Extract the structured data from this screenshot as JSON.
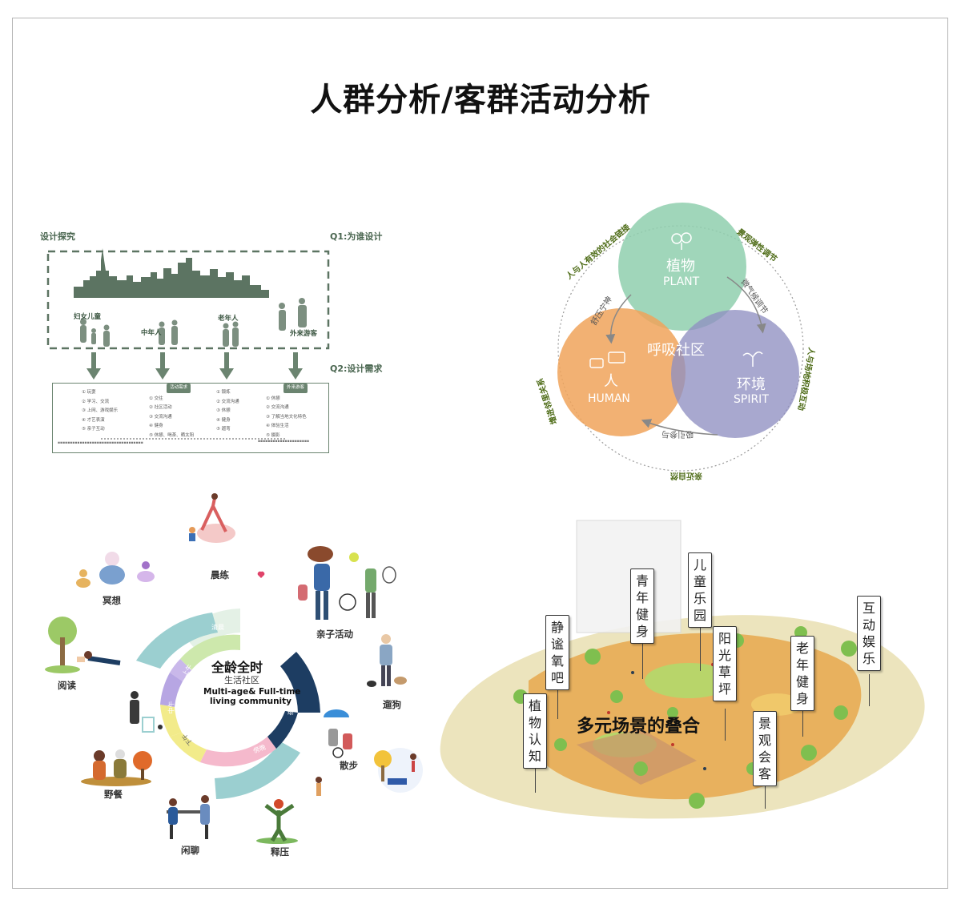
{
  "title": "人群分析/客群活动分析",
  "panel1": {
    "header_left": "设计探究",
    "header_q1": "Q1:为谁设计",
    "header_q2": "Q2:设计需求",
    "groups": [
      "妇女儿童",
      "中年人",
      "老年人",
      "外来游客"
    ],
    "columns": [
      {
        "head": "",
        "items": [
          "① 玩耍",
          "② 学习、交流",
          "③ 上网、游戏娱乐",
          "④ 才艺表演",
          "⑤ 亲子互动"
        ]
      },
      {
        "head": "活动需求",
        "items": [
          "① 交往",
          "② 社区活动",
          "③ 交流沟通",
          "④ 健身",
          "⑤ 休憩、喝茶、晒太阳"
        ]
      },
      {
        "head": "",
        "items": [
          "① 锻炼",
          "② 交流沟通",
          "③ 休憩",
          "④ 健身",
          "⑤ 遛弯"
        ]
      },
      {
        "head": "外来游客",
        "items": [
          "① 休憩",
          "② 交流沟通",
          "③ 了解当地文化特色",
          "④ 体验生活",
          "⑤ 摄影"
        ]
      }
    ]
  },
  "panel2": {
    "circles": {
      "plant": {
        "cn": "植物",
        "en": "PLANT"
      },
      "human": {
        "cn": "人",
        "en": "HUMAN"
      },
      "spirit": {
        "cn": "环境",
        "en": "SPIRIT"
      }
    },
    "center": "呼吸社区",
    "inner_arrows": [
      "舒压宁神",
      "微气候调节",
      "吸引参与"
    ],
    "outer_arcs": [
      "人与人有效的社会链接",
      "景观弹性调节",
      "人与场地积极互动",
      "亲近自然",
      "增进邻里关系"
    ]
  },
  "panel3": {
    "center_cn": "全龄全时",
    "center_sub": "生活社区",
    "center_en1": "Multi-age& Full-time",
    "center_en2": "living community",
    "ring_labels": [
      "清晨",
      "上午",
      "中午",
      "下午",
      "傍晚",
      "夜晚"
    ],
    "activities": [
      "晨练",
      "冥想",
      "亲子活动",
      "阅读",
      "遛狗",
      "散步",
      "野餐",
      "闲聊",
      "释压"
    ]
  },
  "panel4": {
    "center": "多元场景的叠合",
    "labels": [
      "青年健身",
      "儿童乐园",
      "静谧氧吧",
      "阳光草坪",
      "老年健身",
      "互动娱乐",
      "植物认知",
      "景观会客"
    ]
  },
  "colors": {
    "panel1_green": "#5c7462",
    "plant": "#8fcfae",
    "human": "#f0a35a",
    "spirit": "#8f8fc2",
    "arc_green": "#4d6b16",
    "ground": "#ece4bd"
  }
}
